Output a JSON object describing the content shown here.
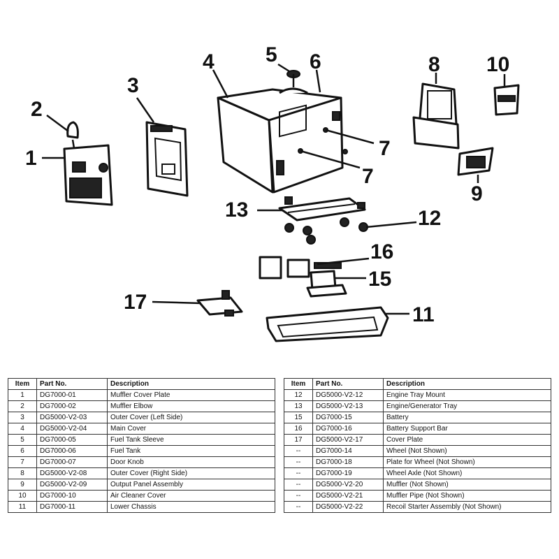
{
  "callouts": [
    "1",
    "2",
    "3",
    "4",
    "5",
    "6",
    "7",
    "7",
    "8",
    "9",
    "10",
    "11",
    "12",
    "13",
    "15",
    "16",
    "17"
  ],
  "table_headers": {
    "item": "Item",
    "part_no": "Part No.",
    "description": "Description"
  },
  "left_rows": [
    {
      "item": "1",
      "part_no": "DG7000-01",
      "description": "Muffler Cover Plate"
    },
    {
      "item": "2",
      "part_no": "DG7000-02",
      "description": "Muffler Elbow"
    },
    {
      "item": "3",
      "part_no": "DG5000-V2-03",
      "description": "Outer Cover (Left Side)"
    },
    {
      "item": "4",
      "part_no": "DG5000-V2-04",
      "description": "Main Cover"
    },
    {
      "item": "5",
      "part_no": "DG7000-05",
      "description": "Fuel Tank Sleeve"
    },
    {
      "item": "6",
      "part_no": "DG7000-06",
      "description": "Fuel Tank"
    },
    {
      "item": "7",
      "part_no": "DG7000-07",
      "description": "Door Knob"
    },
    {
      "item": "8",
      "part_no": "DG5000-V2-08",
      "description": "Outer Cover (Right Side)"
    },
    {
      "item": "9",
      "part_no": "DG5000-V2-09",
      "description": "Output Panel Assembly"
    },
    {
      "item": "10",
      "part_no": "DG7000-10",
      "description": "Air Cleaner Cover"
    },
    {
      "item": "11",
      "part_no": "DG7000-11",
      "description": "Lower Chassis"
    }
  ],
  "right_rows": [
    {
      "item": "12",
      "part_no": "DG5000-V2-12",
      "description": "Engine Tray Mount"
    },
    {
      "item": "13",
      "part_no": "DG5000-V2-13",
      "description": "Engine/Generator Tray"
    },
    {
      "item": "15",
      "part_no": "DG7000-15",
      "description": "Battery"
    },
    {
      "item": "16",
      "part_no": "DG7000-16",
      "description": "Battery Support Bar"
    },
    {
      "item": "17",
      "part_no": "DG5000-V2-17",
      "description": "Cover Plate"
    },
    {
      "item": "--",
      "part_no": "DG7000-14",
      "description": "Wheel (Not Shown)"
    },
    {
      "item": "--",
      "part_no": "DG7000-18",
      "description": "Plate for Wheel (Not Shown)"
    },
    {
      "item": "--",
      "part_no": "DG7000-19",
      "description": "Wheel Axle (Not Shown)"
    },
    {
      "item": "--",
      "part_no": "DG5000-V2-20",
      "description": "Muffler (Not Shown)"
    },
    {
      "item": "--",
      "part_no": "DG5000-V2-21",
      "description": "Muffler Pipe (Not Shown)"
    },
    {
      "item": "--",
      "part_no": "DG5000-V2-22",
      "description": "Recoil Starter Assembly (Not Shown)"
    }
  ]
}
